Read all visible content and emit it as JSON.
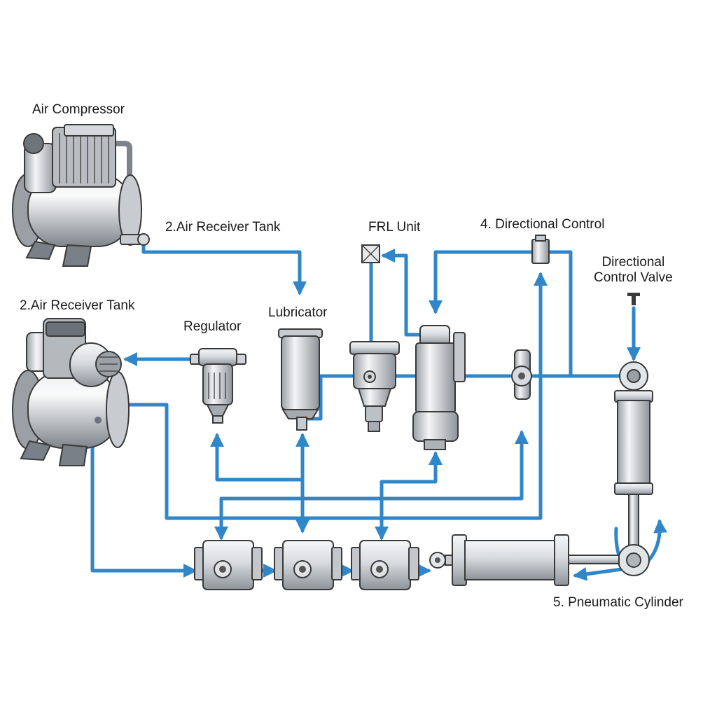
{
  "colors": {
    "pipe": "#2f86c8",
    "metal_light": "#eef0f2",
    "metal_dark": "#8d939a",
    "outline": "#3a3a3a",
    "background": "#ffffff"
  },
  "labels": {
    "air_compressor": "Air Compressor",
    "air_receiver_tank_top": "2.Air Receiver Tank",
    "air_receiver_tank_left": "2.Air Receiver Tank",
    "frl_unit": "FRL Unit",
    "directional_control": "4. Directional Control",
    "directional_control_valve": "Directional\nControl Valve",
    "lubricator": "Lubricator",
    "regulator": "Regulator",
    "pneumatic_cylinder": "5. Pneumatic Cylinder"
  },
  "icons": {
    "compressor_top": "air-compressor-icon",
    "compressor_left": "air-compressor-icon",
    "regulator": "regulator-icon",
    "lubricator": "lubricator-icon",
    "filter": "filter-icon",
    "frl_tall": "frl-unit-icon",
    "valve_block": "directional-valve-icon",
    "vertical_cylinder": "pneumatic-cylinder-icon",
    "horizontal_cylinder": "pneumatic-cylinder-icon"
  }
}
